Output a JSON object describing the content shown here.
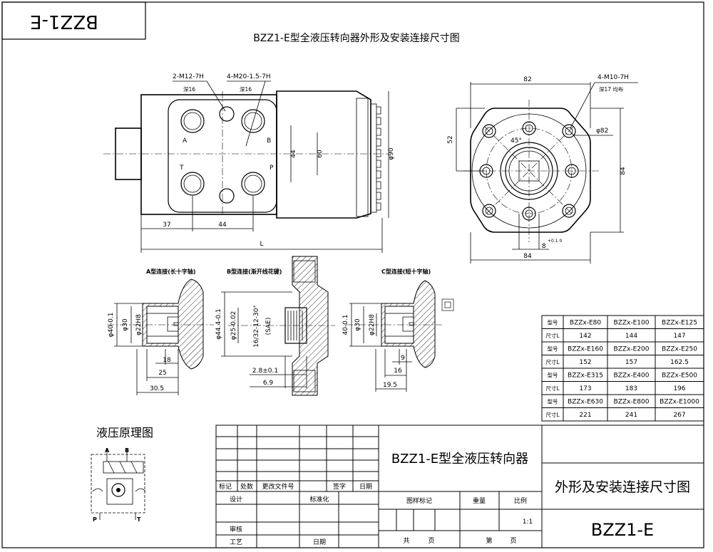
{
  "drawing_no_top": "BZZ1-E",
  "main_title": "BZZ1-E型全液压转向器外形及安装连接尺寸图",
  "front_view": {
    "thread1": "2-M12-7H",
    "thread1_depth": "深16",
    "thread2": "4-M20-1.5-7H",
    "thread2_depth": "深16",
    "port_a": "A",
    "port_b": "B",
    "port_t": "T",
    "port_p": "P",
    "dim_37": "37",
    "dim_44_bottom": "44",
    "dim_L": "L",
    "dim_44": "44",
    "dim_60": "60",
    "dim_90": "φ90"
  },
  "side_view": {
    "dim_82": "82",
    "thread": "4-M10-7H",
    "thread_depth": "深17 均布",
    "dim_52": "52",
    "angle": "45°",
    "dim_phi82": "φ82",
    "dim_84_right": "84",
    "dim_84_bottom": "84",
    "dim_8": "8",
    "dim_8_tol": "+0.1 0"
  },
  "details": {
    "a_title": "A型连接(长十字轴)",
    "a_d40": "φ40-0.1",
    "a_d30": "φ30",
    "a_d22": "φ22H8",
    "a_18": "18",
    "a_25": "25",
    "a_305": "30.5",
    "b_title": "B型连接(渐开线花键)",
    "b_d44": "φ44.4-0.1",
    "b_d25": "φ25-0.02",
    "b_spline": "16/32-12-30°",
    "b_sae": "(SAE)",
    "b_28": "2.8±0.1",
    "b_69": "6.9",
    "c_title": "C型连接(短十字轴)",
    "c_d40": "40-0.1",
    "c_d30": "φ30",
    "c_d22": "φ22H8",
    "c_9": "9",
    "c_16": "16",
    "c_195": "19.5"
  },
  "size_table": {
    "rows": [
      {
        "h": "型号",
        "v": [
          "BZZx-E80",
          "BZZx-E100",
          "BZZx-E125"
        ]
      },
      {
        "h": "尺寸L",
        "v": [
          "142",
          "144",
          "147"
        ]
      },
      {
        "h": "型号",
        "v": [
          "BZZx-E160",
          "BZZx-E200",
          "BZZx-E250"
        ]
      },
      {
        "h": "尺寸L",
        "v": [
          "152",
          "157",
          "162.5"
        ]
      },
      {
        "h": "型号",
        "v": [
          "BZZx-E315",
          "BZZx-E400",
          "BZZx-E500"
        ]
      },
      {
        "h": "尺寸L",
        "v": [
          "173",
          "183",
          "196"
        ]
      },
      {
        "h": "型号",
        "v": [
          "BZZx-E630",
          "BZZx-E800",
          "BZZx-E1000"
        ]
      },
      {
        "h": "尺寸L",
        "v": [
          "221",
          "241",
          "267"
        ]
      }
    ]
  },
  "schematic": {
    "title": "液压原理图",
    "a": "A",
    "b": "B",
    "p": "P",
    "t": "T"
  },
  "title_block": {
    "product": "BZZ1-E型全液压转向器",
    "drawing_name": "外形及安装连接尺寸图",
    "drawing_no": "BZZ1-E",
    "mark": "标记",
    "count": "处数",
    "change_doc": "更改文件号",
    "sign": "签字",
    "date": "日期",
    "design": "设计",
    "standard": "标准化",
    "review": "审核",
    "process": "工艺",
    "date2": "日期",
    "sample_mark": "图样标记",
    "weight": "重量",
    "scale": "比例",
    "scale_val": "1:1",
    "total": "共",
    "page": "页",
    "sheet": "第",
    "page2": "页"
  }
}
